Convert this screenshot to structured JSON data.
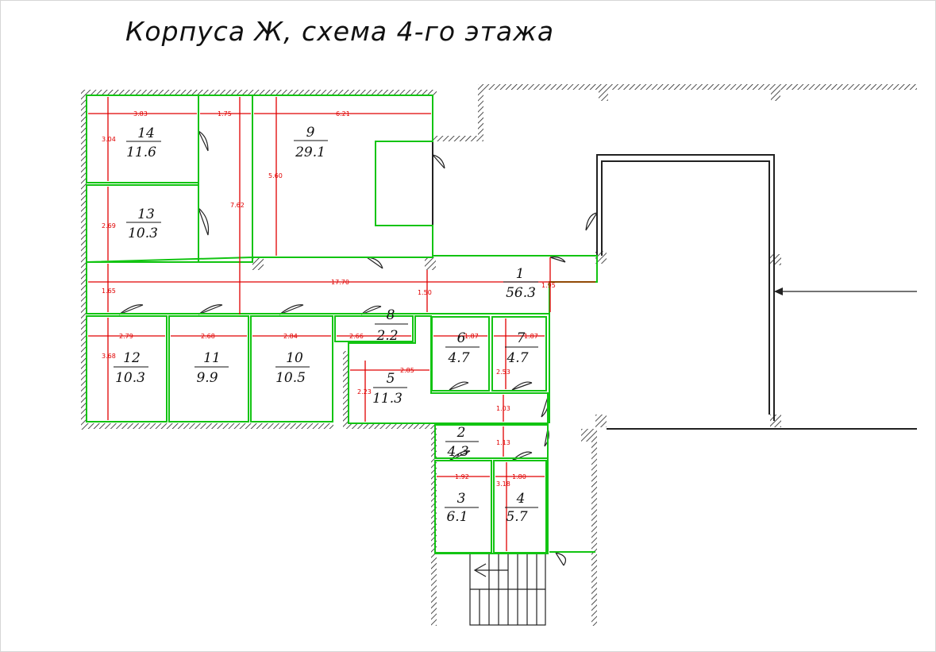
{
  "title": "Корпуса Ж, схема 4-го этажа",
  "colors": {
    "room_outline": "#12c412",
    "dimension": "#e00000",
    "wall": "#222222",
    "background": "#ffffff"
  },
  "rooms": [
    {
      "number": "1",
      "area": "56.3"
    },
    {
      "number": "2",
      "area": "4.3"
    },
    {
      "number": "3",
      "area": "6.1"
    },
    {
      "number": "4",
      "area": "5.7"
    },
    {
      "number": "5",
      "area": "11.3"
    },
    {
      "number": "6",
      "area": "4.7"
    },
    {
      "number": "7",
      "area": "4.7"
    },
    {
      "number": "8",
      "area": "2.2"
    },
    {
      "number": "9",
      "area": "29.1"
    },
    {
      "number": "10",
      "area": "10.5"
    },
    {
      "number": "11",
      "area": "9.9"
    },
    {
      "number": "12",
      "area": "10.3"
    },
    {
      "number": "13",
      "area": "10.3"
    },
    {
      "number": "14",
      "area": "11.6"
    }
  ],
  "dimensions": {
    "r14_width": "3.83",
    "r14_height": "3.04",
    "corridor_top_width": "1.75",
    "r9_width": "6.21",
    "r9_height": "5.60",
    "corridor_height": "7.62",
    "r13_height": "2.69",
    "total_length": "17.70",
    "corridor_width": "1.65",
    "passage_width": "1.50",
    "r1_depth": "1.95",
    "r12_width": "2.79",
    "r11_width": "2.68",
    "r10_width": "2.84",
    "r8_width": "2.66",
    "r6_width": "1.87",
    "r7_width": "1.87",
    "r12_height": "3.68",
    "r5_width": "2.85",
    "r7_height": "2.53",
    "r5_height": "2.23",
    "passage_depth": "1.03",
    "r2_depth": "1.13",
    "r3_width": "1.92",
    "r4_width": "1.80",
    "r4_height": "3.18"
  }
}
